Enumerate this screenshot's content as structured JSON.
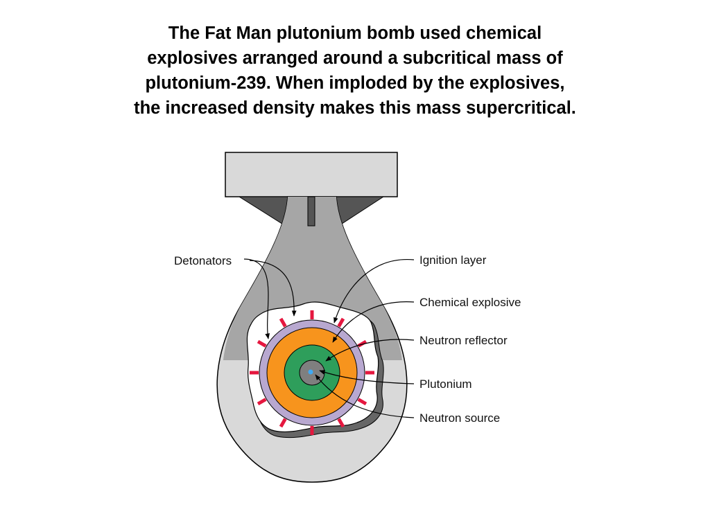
{
  "title": {
    "lines": [
      "The Fat Man plutonium bomb used chemical",
      "explosives arranged around a subcritical mass of",
      "plutonium-239. When imploded by the explosives,",
      "the increased density makes this mass supercritical."
    ]
  },
  "labels": {
    "detonators": "Detonators",
    "ignition_layer": "Ignition layer",
    "chemical_explosive": "Chemical explosive",
    "neutron_reflector": "Neutron reflector",
    "plutonium": "Plutonium",
    "neutron_source": "Neutron source"
  },
  "colors": {
    "casing_light": "#d9d9d9",
    "casing_mid": "#a6a6a6",
    "tail_dark": "#555555",
    "ignition_layer": "#b8a8d0",
    "chemical_explosive": "#f7941d",
    "neutron_reflector": "#2e9e5b",
    "plutonium": "#7f7f7f",
    "neutron_source": "#3fa9f5",
    "detonator": "#e5173f"
  }
}
